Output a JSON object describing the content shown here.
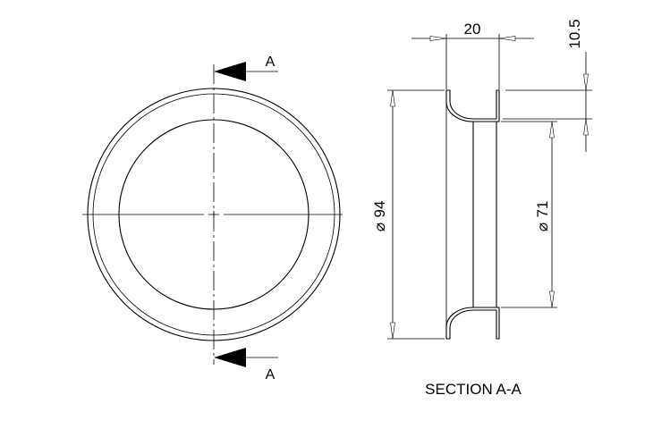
{
  "drawing": {
    "section_marker_top": "A",
    "section_marker_bottom": "A",
    "dim_width": "20",
    "dim_rim": "10.5",
    "dim_outer_diameter": "94",
    "dim_inner_diameter": "71",
    "diameter_symbol": "⌀",
    "section_title": "SECTION A-A"
  }
}
